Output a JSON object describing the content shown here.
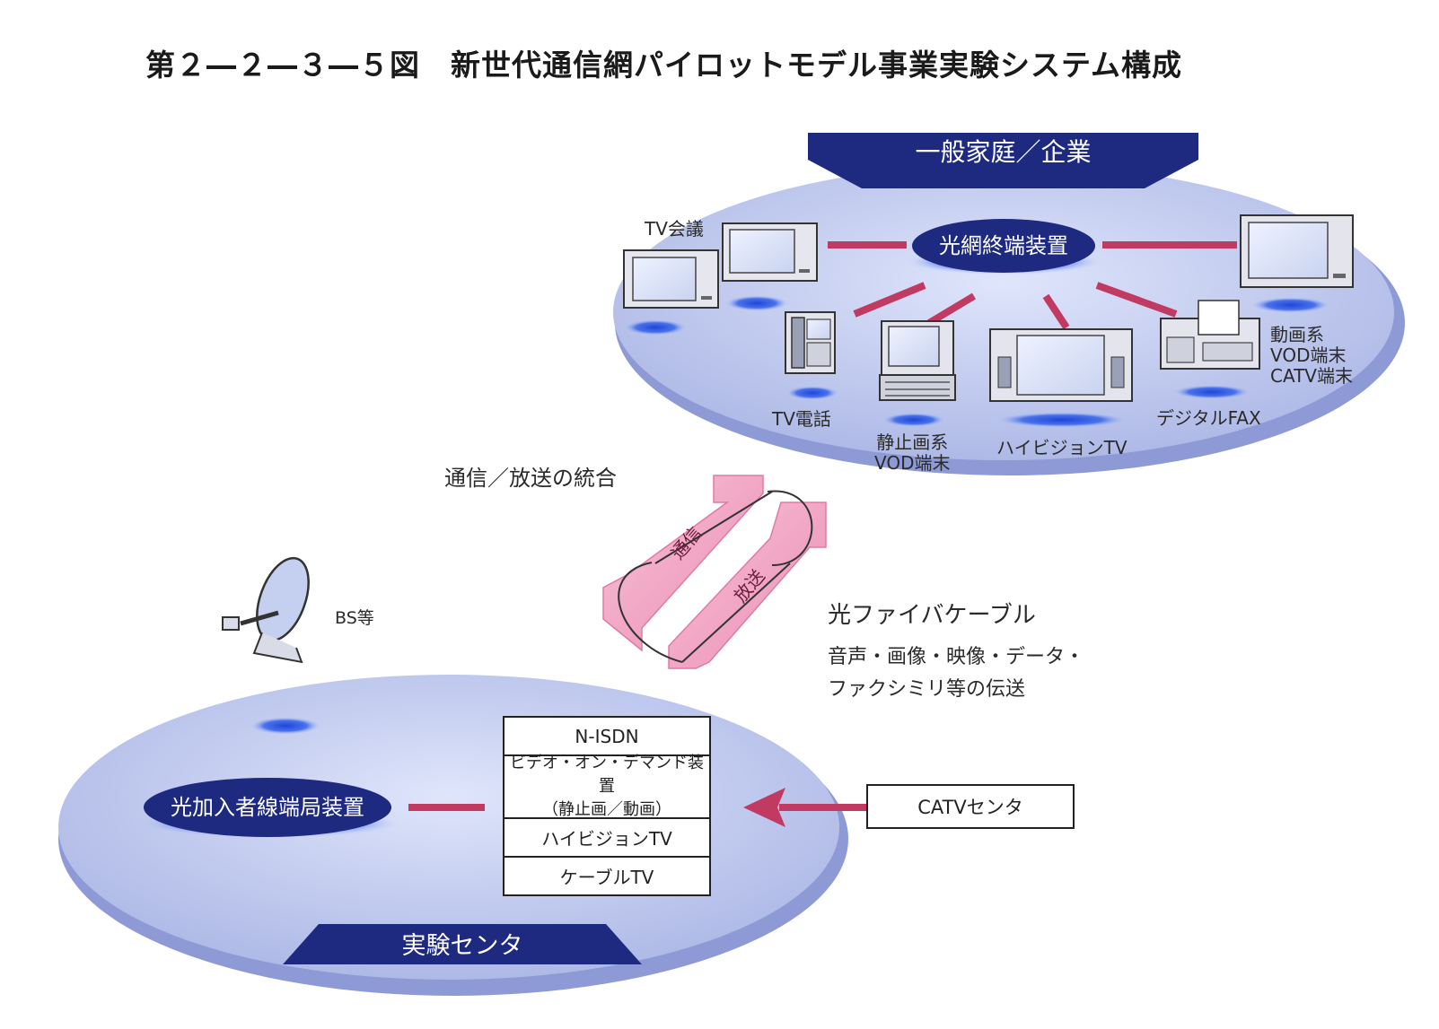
{
  "title": "第２―２―３―５図　新世代通信網パイロットモデル事業実験システム構成",
  "home": {
    "banner": "一般家庭／企業",
    "onu": "光網終端装置",
    "devices": {
      "tv_conference": "TV会議",
      "tv_phone": "TV電話",
      "still_vod": [
        "静止画系",
        "VOD端末"
      ],
      "hdtv": "ハイビジョンTV",
      "digital_fax": "デジタルFAX",
      "motion_vod": [
        "動画系",
        "VOD端末",
        "CATV端末"
      ]
    }
  },
  "integration_label": "通信／放送の統合",
  "arrows": {
    "telecom": "通信",
    "broadcast": "放送"
  },
  "fiber": {
    "title": "光ファイバケーブル",
    "lines": [
      "音声・画像・映像・データ・",
      "ファクシミリ等の伝送"
    ]
  },
  "satellite_label": "BS等",
  "center": {
    "banner": "実験センタ",
    "olt": "光加入者線端局装置",
    "services": [
      {
        "lines": [
          "N-ISDN"
        ]
      },
      {
        "lines": [
          "ビデオ・オン・デマンド装置",
          "（静止画／動画）"
        ]
      },
      {
        "lines": [
          "ハイビジョンTV"
        ]
      },
      {
        "lines": [
          "ケーブルTV"
        ]
      }
    ],
    "catv_center": "CATVセンタ"
  },
  "colors": {
    "disc": "#b9c3ea",
    "disc_edge": "#8d9ad6",
    "navy": "#1e2a80",
    "link": "#c03a62",
    "arrow_pink": "#f2a7c4",
    "glow": "#3d66e0"
  }
}
